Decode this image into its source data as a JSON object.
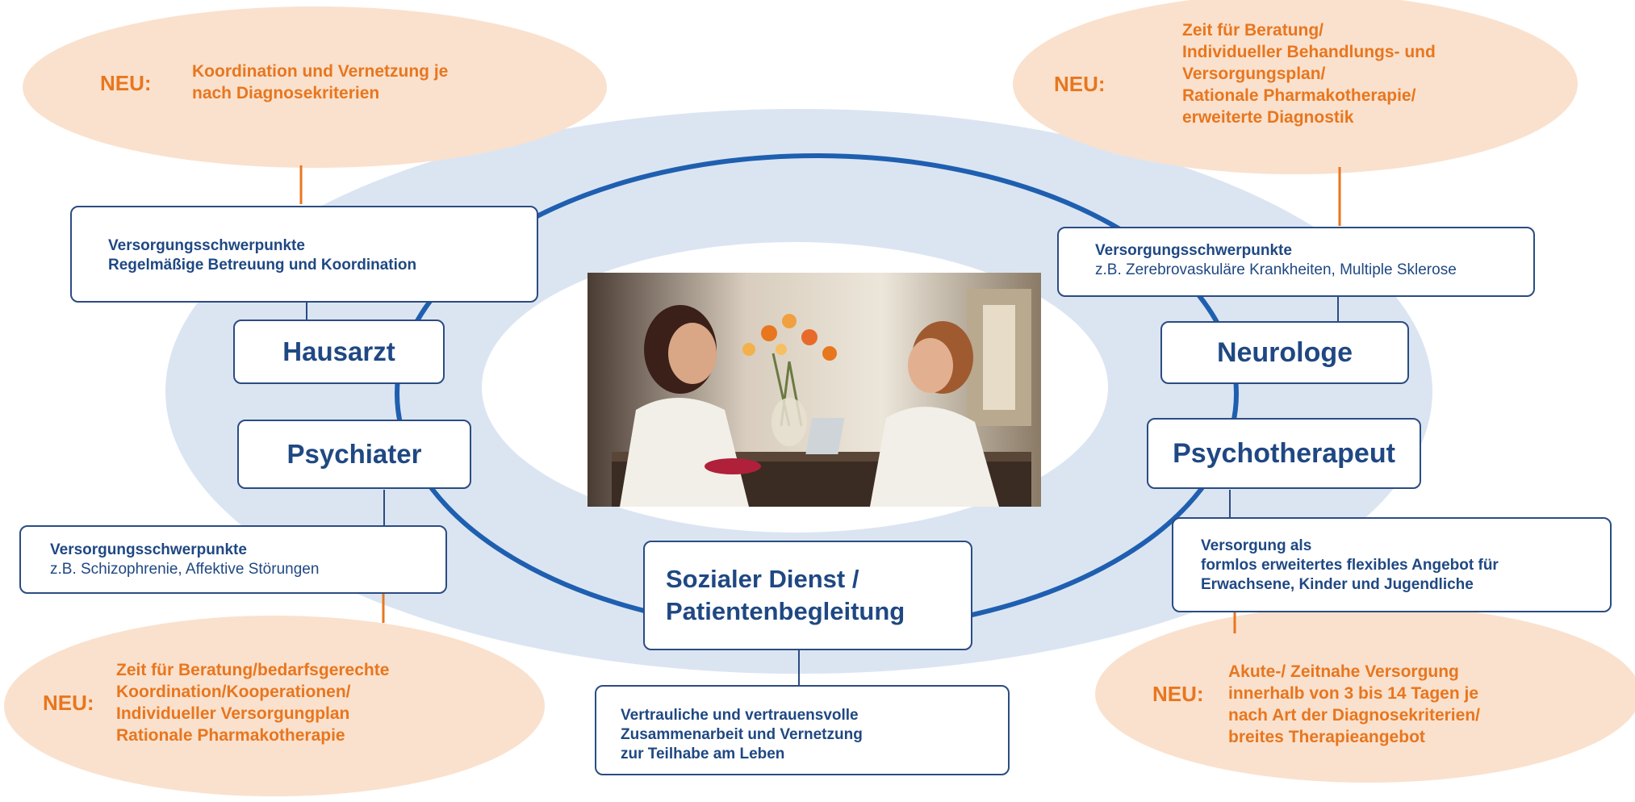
{
  "colors": {
    "accent_orange": "#e8761e",
    "peach_fill": "#fae1cd",
    "navy": "#1f4883",
    "ring_blue": "#1f5fb0",
    "light_blue": "#dbe5f2"
  },
  "roles": {
    "hausarzt": "Hausarzt",
    "psychiater": "Psychiater",
    "neurologe": "Neurologe",
    "psychotherapeut": "Psychotherapeut",
    "sozialer_line1": "Sozialer Dienst /",
    "sozialer_line2": "Patientenbegleitung"
  },
  "info": {
    "hausarzt": {
      "title": "Versorgungsschwerpunkte",
      "text": "Regelmäßige Betreuung und Koordination"
    },
    "neurologe": {
      "title": "Versorgungsschwerpunkte",
      "text": "z.B. Zerebrovaskuläre Krankheiten, Multiple Sklerose"
    },
    "psychiater": {
      "title": "Versorgungsschwerpunkte",
      "text": "z.B. Schizophrenie, Affektive Störungen"
    },
    "psychotherapeut": {
      "line1": "Versorgung als",
      "line2": "formlos erweitertes flexibles Angebot für",
      "line3": "Erwachsene, Kinder und Jugendliche"
    },
    "sozialer": {
      "line1": "Vertrauliche und vertrauensvolle",
      "line2": "Zusammenarbeit und Vernetzung",
      "line3": "zur Teilhabe am Leben"
    }
  },
  "neu": {
    "label": "NEU:",
    "top_left": [
      "Koordination und Vernetzung je",
      "nach Diagnosekriterien"
    ],
    "top_right": [
      "Zeit für Beratung/",
      "Individueller Behandlungs- und",
      "Versorgungsplan/",
      "Rationale Pharmakotherapie/",
      "erweiterte Diagnostik"
    ],
    "bottom_left": [
      "Zeit für Beratung/bedarfsgerechte",
      "Koordination/Kooperationen/",
      "Individueller Versorgungplan",
      "Rationale Pharmakotherapie"
    ],
    "bottom_right": [
      "Akute-/ Zeitnahe Versorgung",
      "innerhalb von 3 bis 14 Tagen je",
      "nach Art der Diagnosekriterien/",
      "breites Therapieangebot"
    ]
  }
}
